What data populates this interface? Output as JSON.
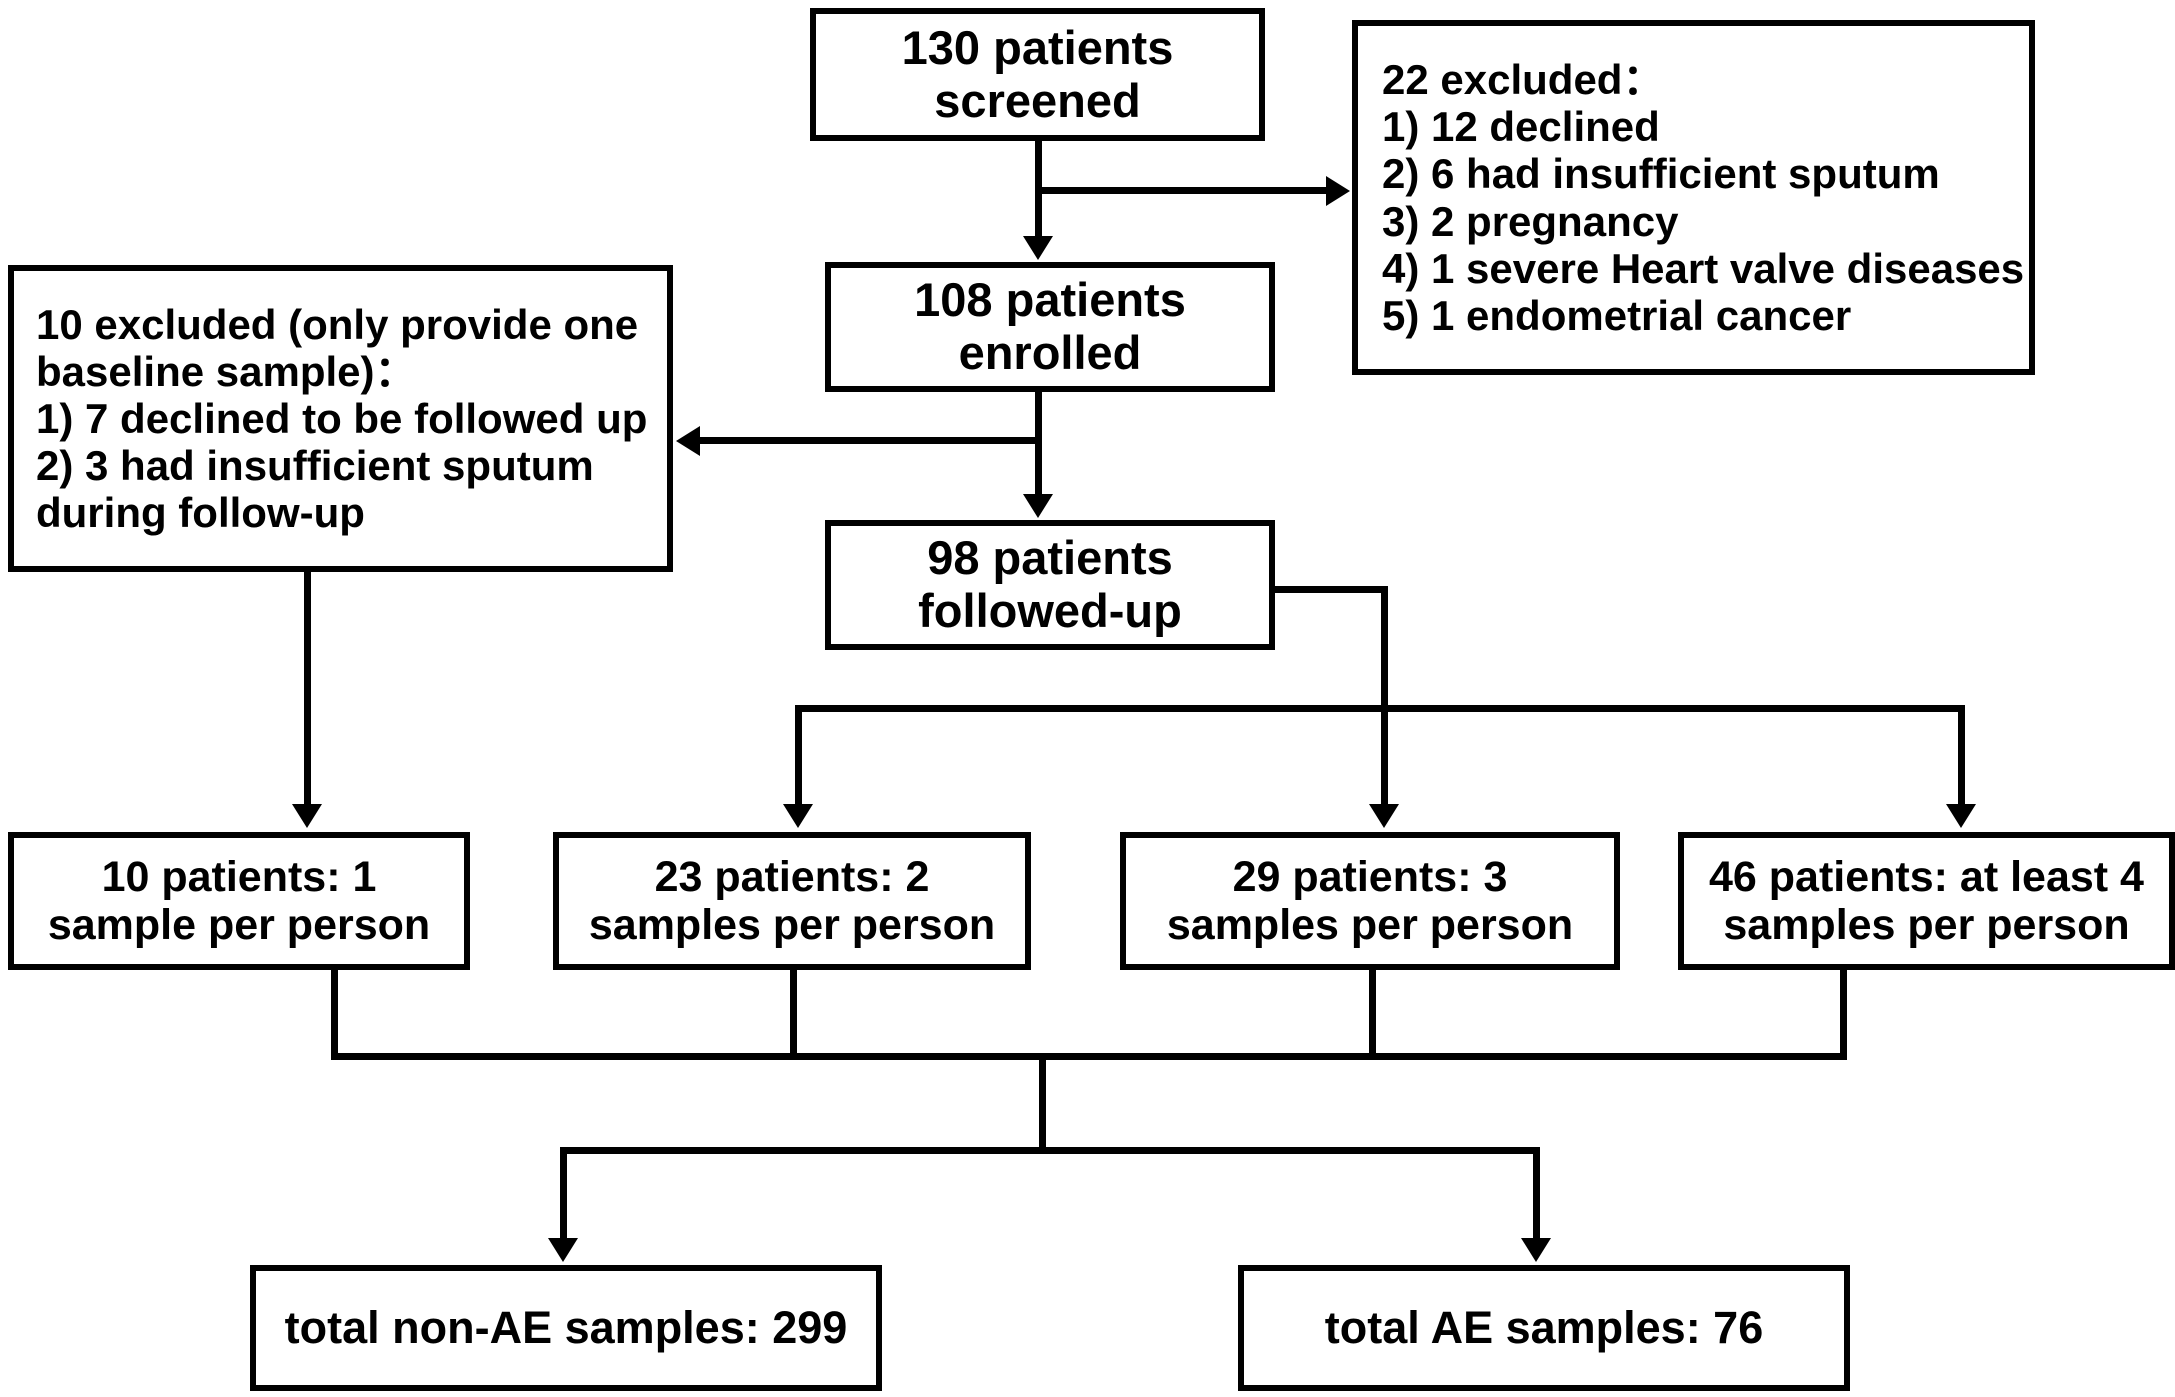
{
  "diagram": {
    "type": "flowchart",
    "title": "Patient screening, enrollment and sputum sampling flow",
    "colors": {
      "stroke": "#000000",
      "fill": "#ffffff",
      "text": "#000000"
    },
    "nodes": {
      "screened": {
        "id": "screened",
        "lines": [
          "130 patients",
          "screened"
        ]
      },
      "excluded_22": {
        "id": "excluded_22",
        "lines": [
          "22 excluded：",
          "1) 12 declined",
          "2) 6 had insufficient sputum",
          "3) 2 pregnancy",
          "4) 1 severe  Heart valve diseases",
          "5) 1 endometrial cancer"
        ]
      },
      "enrolled": {
        "id": "enrolled",
        "lines": [
          "108 patients",
          "enrolled"
        ]
      },
      "excluded_10": {
        "id": "excluded_10",
        "lines": [
          "10 excluded (only provide one",
          "baseline sample)：",
          "1) 7 declined to be followed up",
          "2) 3 had insufficient sputum",
          "during follow-up"
        ]
      },
      "followed_up": {
        "id": "followed_up",
        "lines": [
          "98 patients",
          "followed-up"
        ]
      },
      "group_1": {
        "id": "group_1",
        "lines": [
          "10 patients: 1",
          "sample per person"
        ]
      },
      "group_2": {
        "id": "group_2",
        "lines": [
          "23 patients: 2",
          "samples per person"
        ]
      },
      "group_3": {
        "id": "group_3",
        "lines": [
          "29 patients: 3",
          "samples per person"
        ]
      },
      "group_4": {
        "id": "group_4",
        "lines": [
          "46 patients: at least 4",
          "samples per person"
        ]
      },
      "total_non_ae": {
        "id": "total_non_ae",
        "lines": [
          "total non-AE samples: 299"
        ]
      },
      "total_ae": {
        "id": "total_ae",
        "lines": [
          "total AE samples: 76"
        ]
      }
    },
    "edges": [
      {
        "from": "screened",
        "to": "excluded_22",
        "kind": "branch-right"
      },
      {
        "from": "screened",
        "to": "enrolled",
        "kind": "straight-down"
      },
      {
        "from": "enrolled",
        "to": "excluded_10",
        "kind": "branch-left"
      },
      {
        "from": "enrolled",
        "to": "followed_up",
        "kind": "straight-down"
      },
      {
        "from": "excluded_10",
        "to": "group_1",
        "kind": "straight-down"
      },
      {
        "from": "followed_up",
        "to": "group_2",
        "kind": "bus-down"
      },
      {
        "from": "followed_up",
        "to": "group_3",
        "kind": "bus-down"
      },
      {
        "from": "followed_up",
        "to": "group_4",
        "kind": "bus-down"
      },
      {
        "from": "group_1",
        "to": "total_non_ae",
        "kind": "collector"
      },
      {
        "from": "group_2",
        "to": "total_non_ae",
        "kind": "collector"
      },
      {
        "from": "group_3",
        "to": "total_ae",
        "kind": "collector"
      },
      {
        "from": "group_4",
        "to": "total_ae",
        "kind": "collector"
      }
    ],
    "counts": {
      "screened": 130,
      "excluded_before_enrollment": 22,
      "enrolled": 108,
      "excluded_after_enrollment": 10,
      "followed_up": 98,
      "one_sample": 10,
      "two_samples": 23,
      "three_samples": 29,
      "four_or_more_samples": 46,
      "total_non_ae_samples": 299,
      "total_ae_samples": 76
    }
  }
}
